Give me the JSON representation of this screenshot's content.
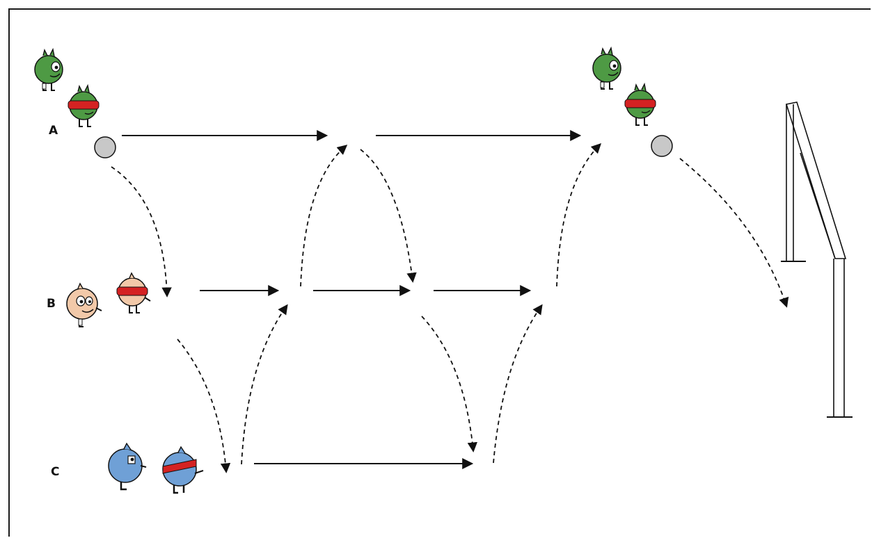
{
  "diagram": {
    "row_labels": {
      "a": "A",
      "b": "B",
      "c": "C"
    },
    "colors": {
      "team_a": "#4e9a44",
      "team_b": "#f2c9a9",
      "team_c": "#6fa0d6",
      "bib": "#d42222",
      "ball": "#c8c8c8",
      "line": "#111111"
    },
    "icons": [
      "player-icon",
      "ball-icon",
      "goal-icon",
      "pass-arrow",
      "run-arrow"
    ]
  }
}
